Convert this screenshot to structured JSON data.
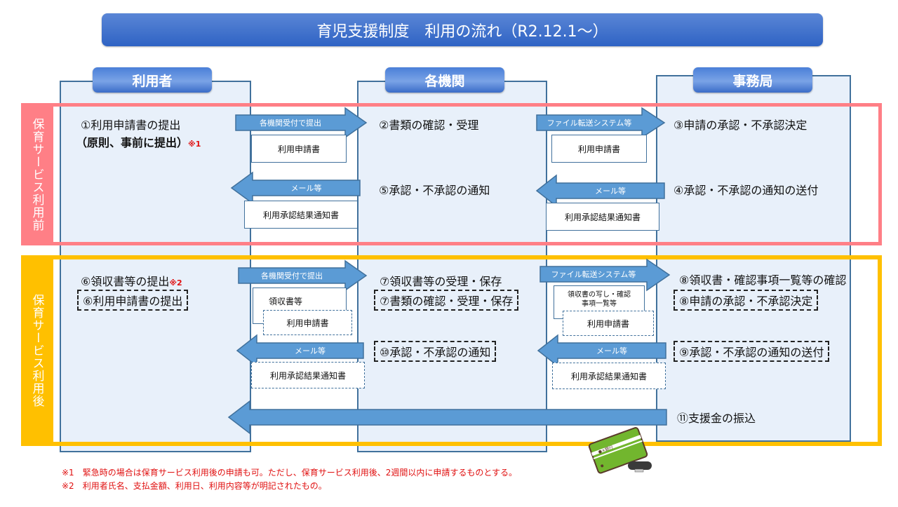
{
  "title": "育児支援制度　利用の流れ（R2.12.1〜）",
  "columns": {
    "user": "利用者",
    "agency": "各機関",
    "office": "事務局"
  },
  "bands": {
    "before": {
      "label": "保育サービス利用前",
      "color": "#ff7f86"
    },
    "after": {
      "label": "保育サービス利用後",
      "color": "#ffc000"
    }
  },
  "before": {
    "step1": "①利用申請書の提出",
    "step1_sub": "（原則、事前に提出）",
    "step1_note": "※1",
    "step2": "②書類の確認・受理",
    "step3": "③申請の承認・不承認決定",
    "step4": "④承認・不承認の通知の送付",
    "step5": "⑤承認・不承認の通知",
    "arrows": {
      "submit_at_agency": "各機関受付で提出",
      "file_transfer": "ファイル転送システム等",
      "mail_1": "メール等",
      "mail_2": "メール等"
    },
    "docs": {
      "app_form_1": "利用申請書",
      "app_form_2": "利用申請書",
      "result_notice_1": "利用承認結果通知書",
      "result_notice_2": "利用承認結果通知書"
    }
  },
  "after": {
    "step6": "⑥領収書等の提出",
    "step6_note": "※2",
    "step6_alt": "⑥利用申請書の提出",
    "step7": "⑦領収書等の受理・保存",
    "step7_alt": "⑦書類の確認・受理・保存",
    "step8": "⑧領収書・確認事項一覧等の確認",
    "step8_alt": "⑧申請の承認・不承認決定",
    "step9_alt": "⑨承認・不承認の通知の送付",
    "step10_alt": "⑩承認・不承認の通知",
    "step11": "⑪支援金の振込",
    "arrows": {
      "submit_at_agency": "各機関受付で提出",
      "file_transfer": "ファイル転送システム等",
      "mail_1": "メール等",
      "mail_2": "メール等"
    },
    "docs": {
      "receipts": "領収書等",
      "app_form_1": "利用申請書",
      "receipt_copy": "領収書の写し・確認事項一覧等",
      "app_form_2": "利用申請書",
      "result_notice_1": "利用承認結果通知書",
      "result_notice_2": "利用承認結果通知書"
    }
  },
  "bankbook_label": "●×銀行",
  "footnotes": [
    "※1　緊急時の場合は保育サービス利用後の申請も可。ただし、保育サービス利用後、2週間以内に申請するものとする。",
    "※2　利用者氏名、支払金額、利用日、利用内容等が明記されたもの。"
  ],
  "colors": {
    "arrow": "#5b9bd5",
    "arrow_border": "#41719c",
    "column_bg": "#e8f0fa",
    "title_bg": "#3a6cc8",
    "note_red": "#e01010"
  }
}
